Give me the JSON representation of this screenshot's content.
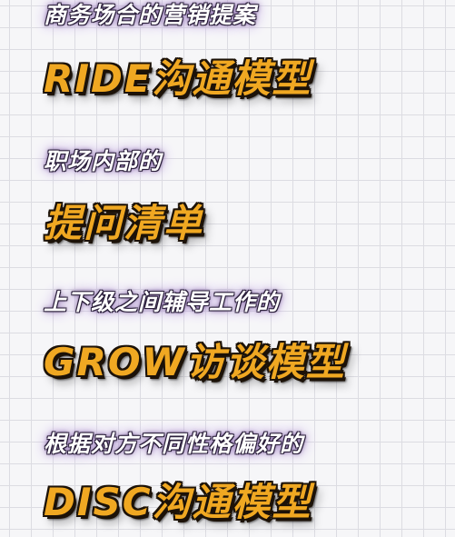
{
  "sections": [
    {
      "subtitle": "商务场合的营销提案",
      "headline": "RIDE沟通模型"
    },
    {
      "subtitle": "职场内部的",
      "headline": "提问清单"
    },
    {
      "subtitle": "上下级之间辅导工作的",
      "headline": "GROW访谈模型"
    },
    {
      "subtitle": "根据对方不同性格偏好的",
      "headline": "DISC沟通模型"
    }
  ],
  "colors": {
    "background": "#f6f6f8",
    "grid": "#dcdce2",
    "headline": "#f0a822",
    "subtitle": "#ffffff"
  }
}
